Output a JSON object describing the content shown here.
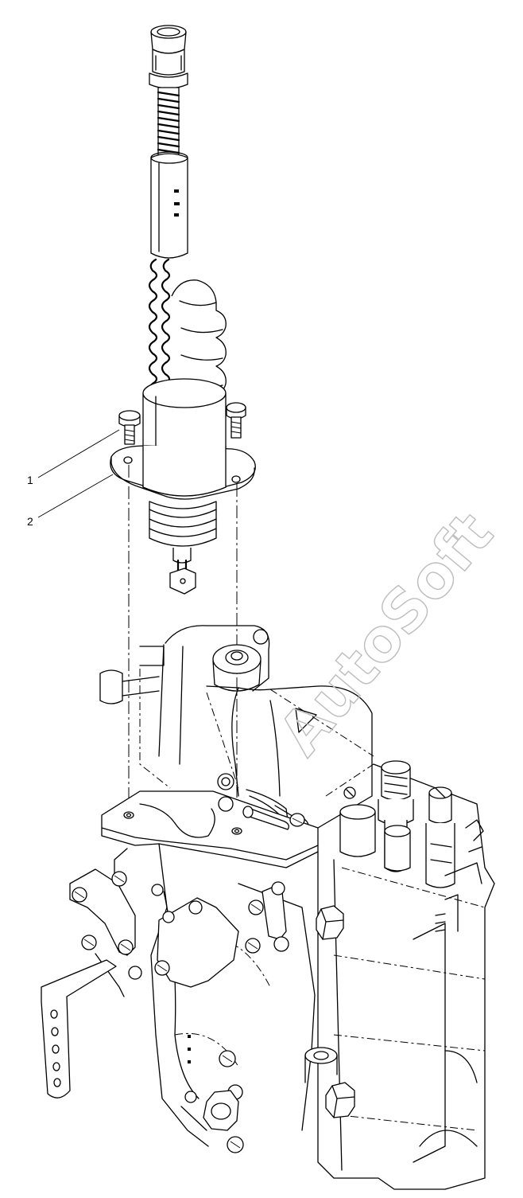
{
  "callouts": [
    {
      "number": "1",
      "part": "bolt"
    },
    {
      "number": "2",
      "part": "solenoid-flange"
    }
  ],
  "watermark": {
    "text": "AutoSoft"
  },
  "colors": {
    "line": "#000000",
    "background": "#ffffff",
    "watermark": "#bdbdbd"
  }
}
